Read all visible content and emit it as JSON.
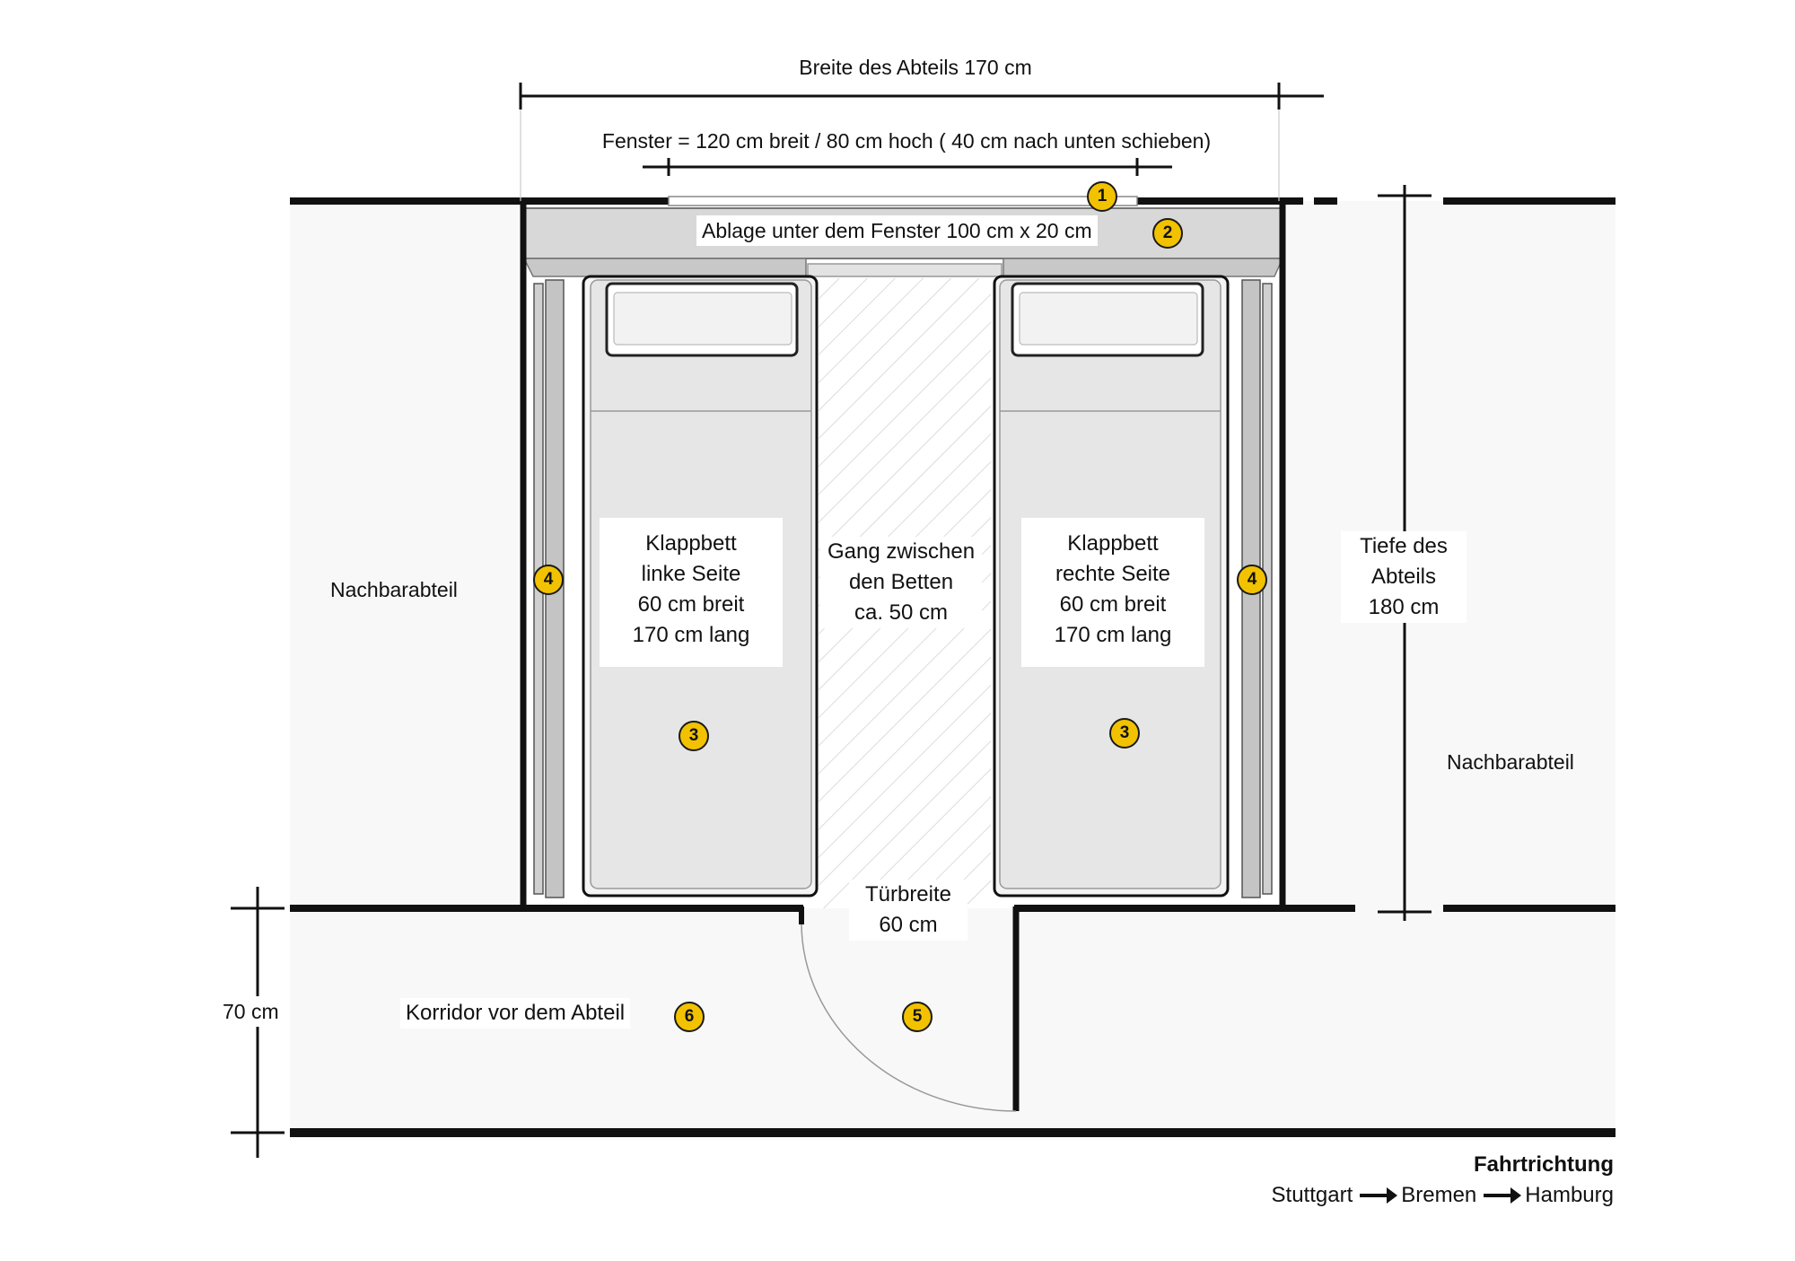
{
  "labels": {
    "width": "Breite des Abteils 170 cm",
    "window": "Fenster = 120 cm breit / 80 cm hoch ( 40 cm nach unten schieben)",
    "shelf": "Ablage unter dem Fenster 100 cm x 20 cm",
    "neighbor_left": "Nachbarabteil",
    "neighbor_right": "Nachbarabteil",
    "aisle": [
      "Gang zwischen",
      "den Betten",
      "ca. 50 cm"
    ],
    "bed_left": [
      "Klappbett",
      "linke Seite",
      "60 cm breit",
      "170 cm lang"
    ],
    "bed_right": [
      "Klappbett",
      "rechte Seite",
      "60 cm breit",
      "170 cm lang"
    ],
    "depth": [
      "Tiefe des",
      "Abteils",
      "180 cm"
    ],
    "door": [
      "Türbreite",
      "60 cm"
    ],
    "corridor": "Korridor vor dem Abteil",
    "corridor_depth": "70 cm"
  },
  "badges": {
    "window": "1",
    "shelf": "2",
    "bed_left": "3",
    "bed_right": "3",
    "wall_left": "4",
    "wall_right": "4",
    "door": "5",
    "corridor": "6"
  },
  "legend": {
    "title": "Fahrtrichtung",
    "stops": [
      "Stuttgart",
      "Bremen",
      "Hamburg"
    ]
  },
  "colors": {
    "wall": "#111111",
    "floor": "#f8f8f8",
    "bed": "#e6e6e6",
    "badge": "#f2c200"
  }
}
